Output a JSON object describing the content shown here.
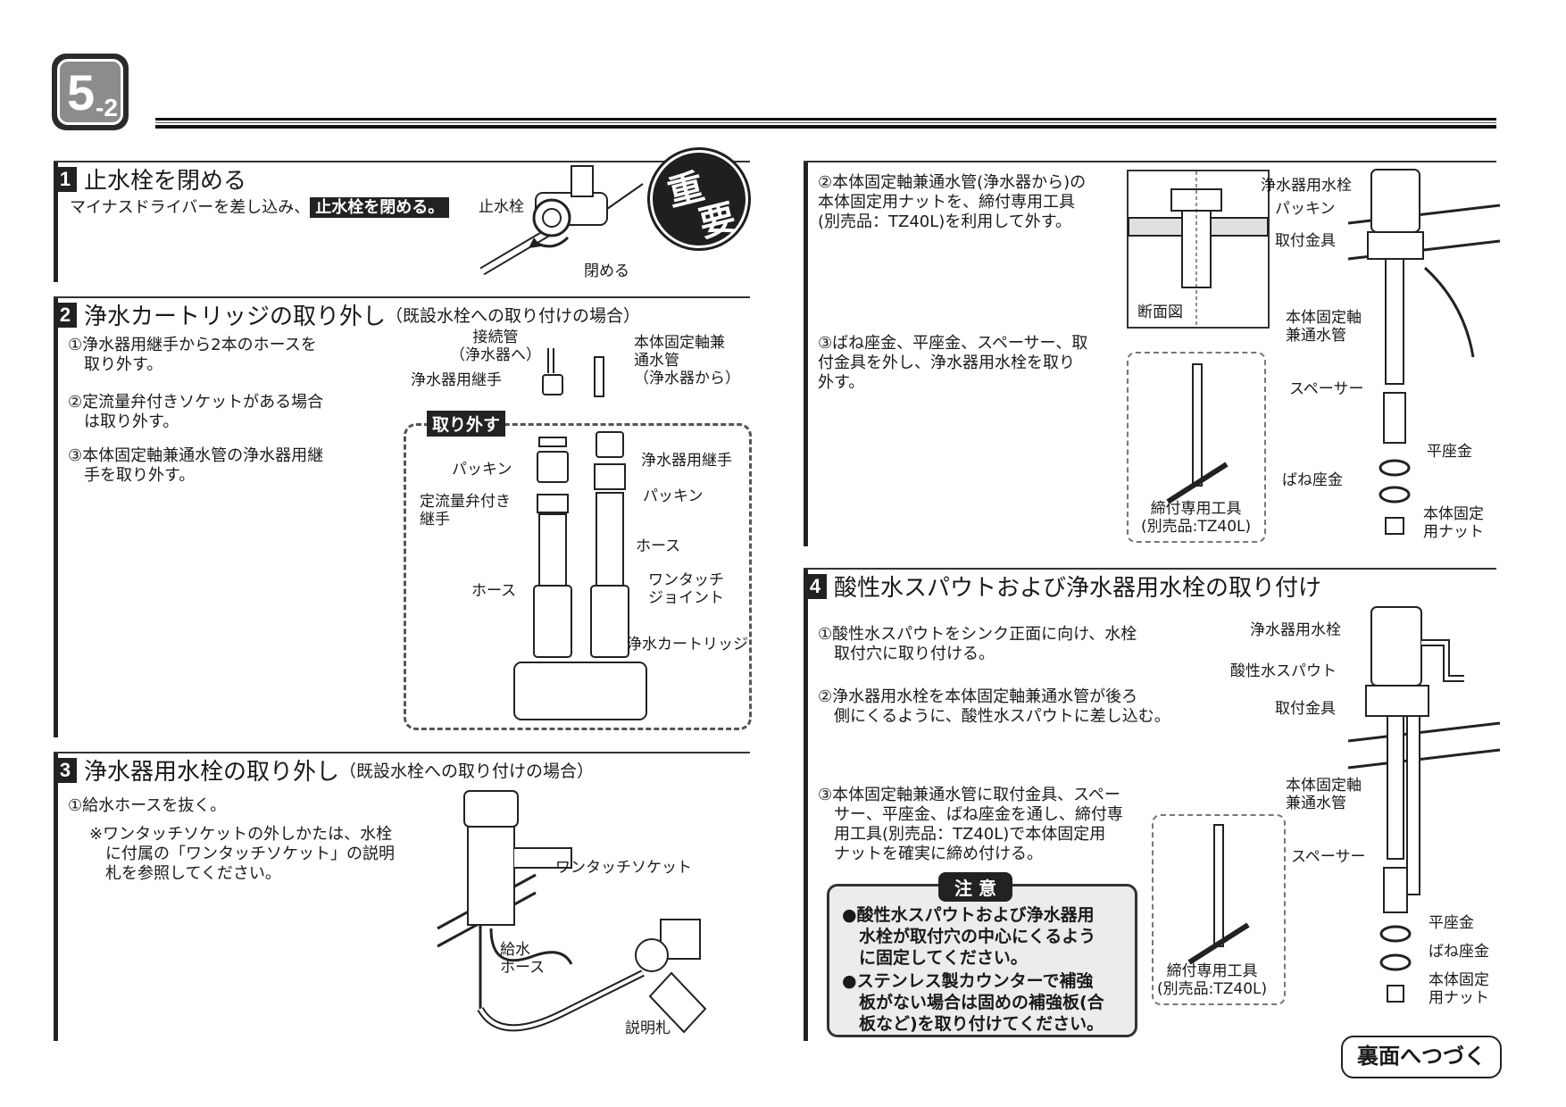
{
  "header": {
    "number": "5",
    "sub": "-2"
  },
  "important": {
    "line1": "重",
    "line2": "要"
  },
  "s1": {
    "num": "1",
    "title": "止水栓を閉める",
    "text_pre": "マイナスドライバーを差し込み、",
    "text_em": "止水栓を閉める。",
    "label_valve": "止水栓",
    "label_close": "閉める"
  },
  "s2": {
    "num": "2",
    "title": "浄水カートリッジの取り外し",
    "note": "（既設水栓への取り付けの場合）",
    "steps": [
      "①浄水器用継手から2本のホースを\n　取り外す。",
      "②定流量弁付きソケットがある場合\n　は取り外す。",
      "③本体固定軸兼通水管の浄水器用継\n　手を取り外す。"
    ],
    "labels": {
      "connect_pipe": "接続管\n（浄水器へ）",
      "fitting_top": "浄水器用継手",
      "shaft_pipe": "本体固定軸兼\n通水管\n（浄水器から）",
      "remove": "取り外す",
      "packing_l": "パッキン",
      "fitting_r": "浄水器用継手",
      "flow_valve": "定流量弁付き\n継手",
      "packing_r": "パッキン",
      "hose_r": "ホース",
      "hose_l": "ホース",
      "onetouch": "ワンタッチ\nジョイント",
      "cartridge": "浄水カートリッジ"
    }
  },
  "s3": {
    "num": "3",
    "title": "浄水器用水栓の取り外し",
    "note": "（既設水栓への取り付けの場合）",
    "step1": "①給水ホースを抜く。",
    "step1_note": "※ワンタッチソケットの外しかたは、水栓\n　に付属の「ワンタッチソケット」の説明\n　札を参照してください。",
    "labels": {
      "socket": "ワンタッチソケット",
      "hose": "給水\nホース",
      "tag": "説明札"
    }
  },
  "right_top": {
    "step2": "②本体固定軸兼通水管(浄水器から)の\n本体固定用ナットを、締付専用工具\n(別売品：TZ40L)を利用して外す。",
    "step3": "③ばね座金、平座金、スペーサー、取\n付金具を外し、浄水器用水栓を取り\n外す。",
    "section_label": "断面図",
    "tool": "締付専用工具\n(別売品:TZ40L)",
    "labels": {
      "faucet": "浄水器用水栓",
      "packing": "パッキン",
      "bracket": "取付金具",
      "shaft": "本体固定軸\n兼通水管",
      "spacer": "スペーサー",
      "washer": "平座金",
      "spring": "ばね座金",
      "nut": "本体固定\n用ナット"
    }
  },
  "s4": {
    "num": "4",
    "title": "酸性水スパウトおよび浄水器用水栓の取り付け",
    "step1": "①酸性水スパウトをシンク正面に向け、水栓\n　取付穴に取り付ける。",
    "step2": "②浄水器用水栓を本体固定軸兼通水管が後ろ\n　側にくるように、酸性水スパウトに差し込む。",
    "step3": "③本体固定軸兼通水管に取付金具、スペー\n　サー、平座金、ばね座金を通し、締付専\n　用工具(別売品：TZ40L)で本体固定用\n　ナットを確実に締め付ける。",
    "caution_title": "注 意",
    "caution1": "●酸性水スパウトおよび浄水器用\n　水栓が取付穴の中心にくるよう\n　に固定してください。",
    "caution2": "●ステンレス製カウンターで補強\n　板がない場合は固めの補強板(合\n　板など)を取り付けてください。",
    "tool": "締付専用工具\n(別売品:TZ40L)",
    "labels": {
      "faucet": "浄水器用水栓",
      "spout": "酸性水スパウト",
      "bracket": "取付金具",
      "shaft": "本体固定軸\n兼通水管",
      "spacer": "スペーサー",
      "washer": "平座金",
      "spring": "ばね座金",
      "nut": "本体固定\n用ナット"
    }
  },
  "footer": {
    "continue": "裏面へつづく"
  }
}
